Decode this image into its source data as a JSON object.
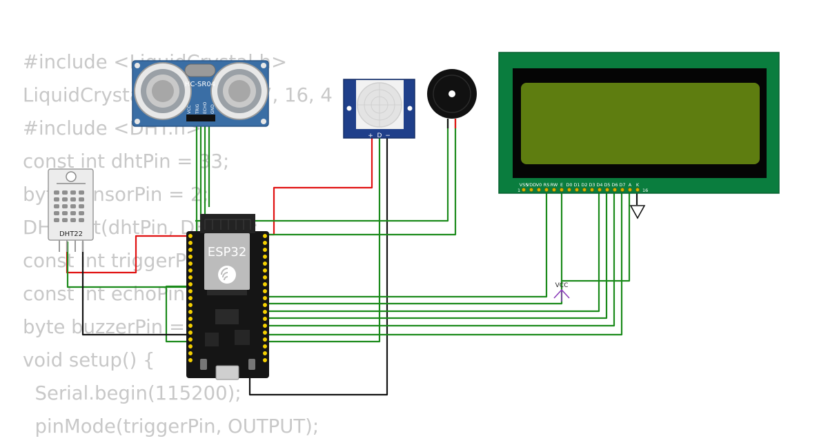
{
  "code_lines": [
    "#include <LiquidCrystal.h>",
    "LiquidCrystal lcd(15, 2, 17, 16, 4",
    "#include <DHT.h>",
    "const int dhtPin = 33;",
    "byte sensorPin = 2;",
    "DHT dht(dhtPin, DHT22);",
    "const int triggerPin = 26;",
    "const int echoPin = 25;",
    "byte buzzerPin = 14;",
    "void setup() {",
    "  Serial.begin(115200);",
    "  pinMode(triggerPin, OUTPUT);"
  ],
  "components": {
    "ultrasonic": {
      "label": "HC-SR04",
      "pins": [
        "VCC",
        "TRIG",
        "ECHO",
        "GND"
      ]
    },
    "pir": {
      "pins": [
        "+",
        "D",
        "−"
      ]
    },
    "dht": {
      "label": "DHT22"
    },
    "esp32": {
      "label": "ESP32"
    },
    "lcd": {
      "pins": [
        "VSS",
        "VDD",
        "V0",
        "RS",
        "RW",
        "E",
        "D0",
        "D1",
        "D2",
        "D3",
        "D4",
        "D5",
        "D6",
        "D7",
        "A",
        "K"
      ],
      "pin_first": "1",
      "pin_last": "16"
    },
    "vcc": {
      "label": "VCC"
    }
  },
  "colors": {
    "wire_green": "#1a8a1a",
    "wire_red": "#e01010",
    "wire_black": "#111111",
    "lcd_board": "#0a7d3e",
    "lcd_screen": "#5e7d10",
    "vcc_symbol": "#8a3ab8"
  }
}
